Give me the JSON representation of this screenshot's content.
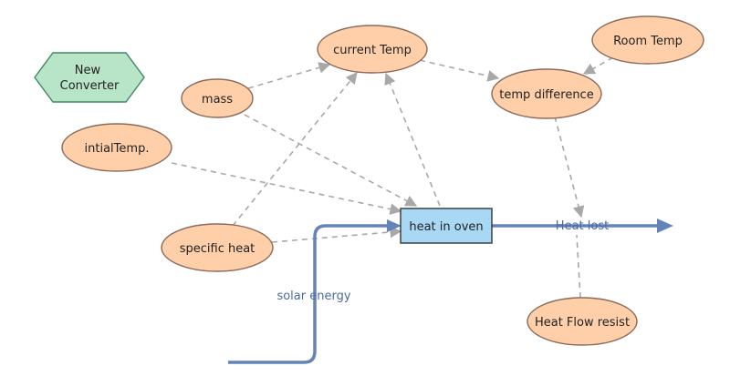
{
  "diagram": {
    "palette": {
      "converter_fill": "#ffcfaa",
      "converter_stroke": "#8a6a58",
      "stock_fill": "#a9d8f5",
      "stock_stroke": "#333333",
      "new_converter_fill": "#b8e4c8",
      "new_converter_stroke": "#3d8a63",
      "flow_color": "#6483b8",
      "link_color": "#a8a8a8"
    },
    "new_converter_label": "New Converter",
    "stock_label": "heat in oven",
    "converters": {
      "current_temp": "current Temp",
      "room_temp": "Room Temp",
      "mass": "mass",
      "temp_difference": "temp difference",
      "initial_temp": "intialTemp.",
      "specific_heat": "specific heat",
      "heat_flow_resist": "Heat Flow resist"
    },
    "flows": {
      "inflow": "solar energy",
      "outflow": "Heat lost"
    }
  }
}
